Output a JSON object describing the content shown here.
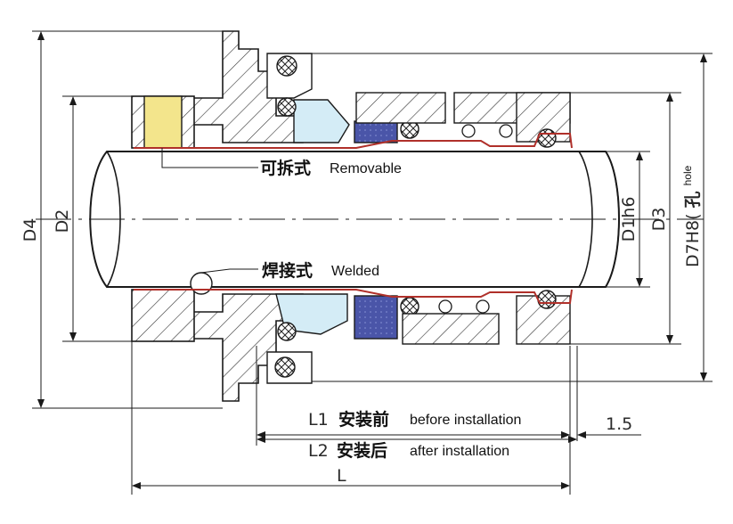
{
  "colors": {
    "line": "#1a1a1a",
    "shaft_fill": "#ffffff",
    "collar_yellow": "#f3e58c",
    "wedge_blue": "#d4ecf6",
    "carbon_ring": "#4a55a8",
    "sleeve_red": "#b0302a",
    "hatch": "#333333"
  },
  "labels": {
    "removable_cn": "可拆式",
    "removable_en": "Removable",
    "welded_cn": "焊接式",
    "welded_en": "Welded",
    "l1_symbol": "L1",
    "l1_cn": "安装前",
    "l1_en": "before installation",
    "l2_symbol": "L2",
    "l2_cn": "安装后",
    "l2_en": "after installation",
    "l_symbol": "L",
    "gap_value": "1.5"
  },
  "dimensions": {
    "d4": "D4",
    "d2": "D2",
    "d1": "D1h6",
    "d3": "D3",
    "d7_main": "D7H8(",
    "d7_cn": "孔",
    "d7_sup": "hole"
  }
}
